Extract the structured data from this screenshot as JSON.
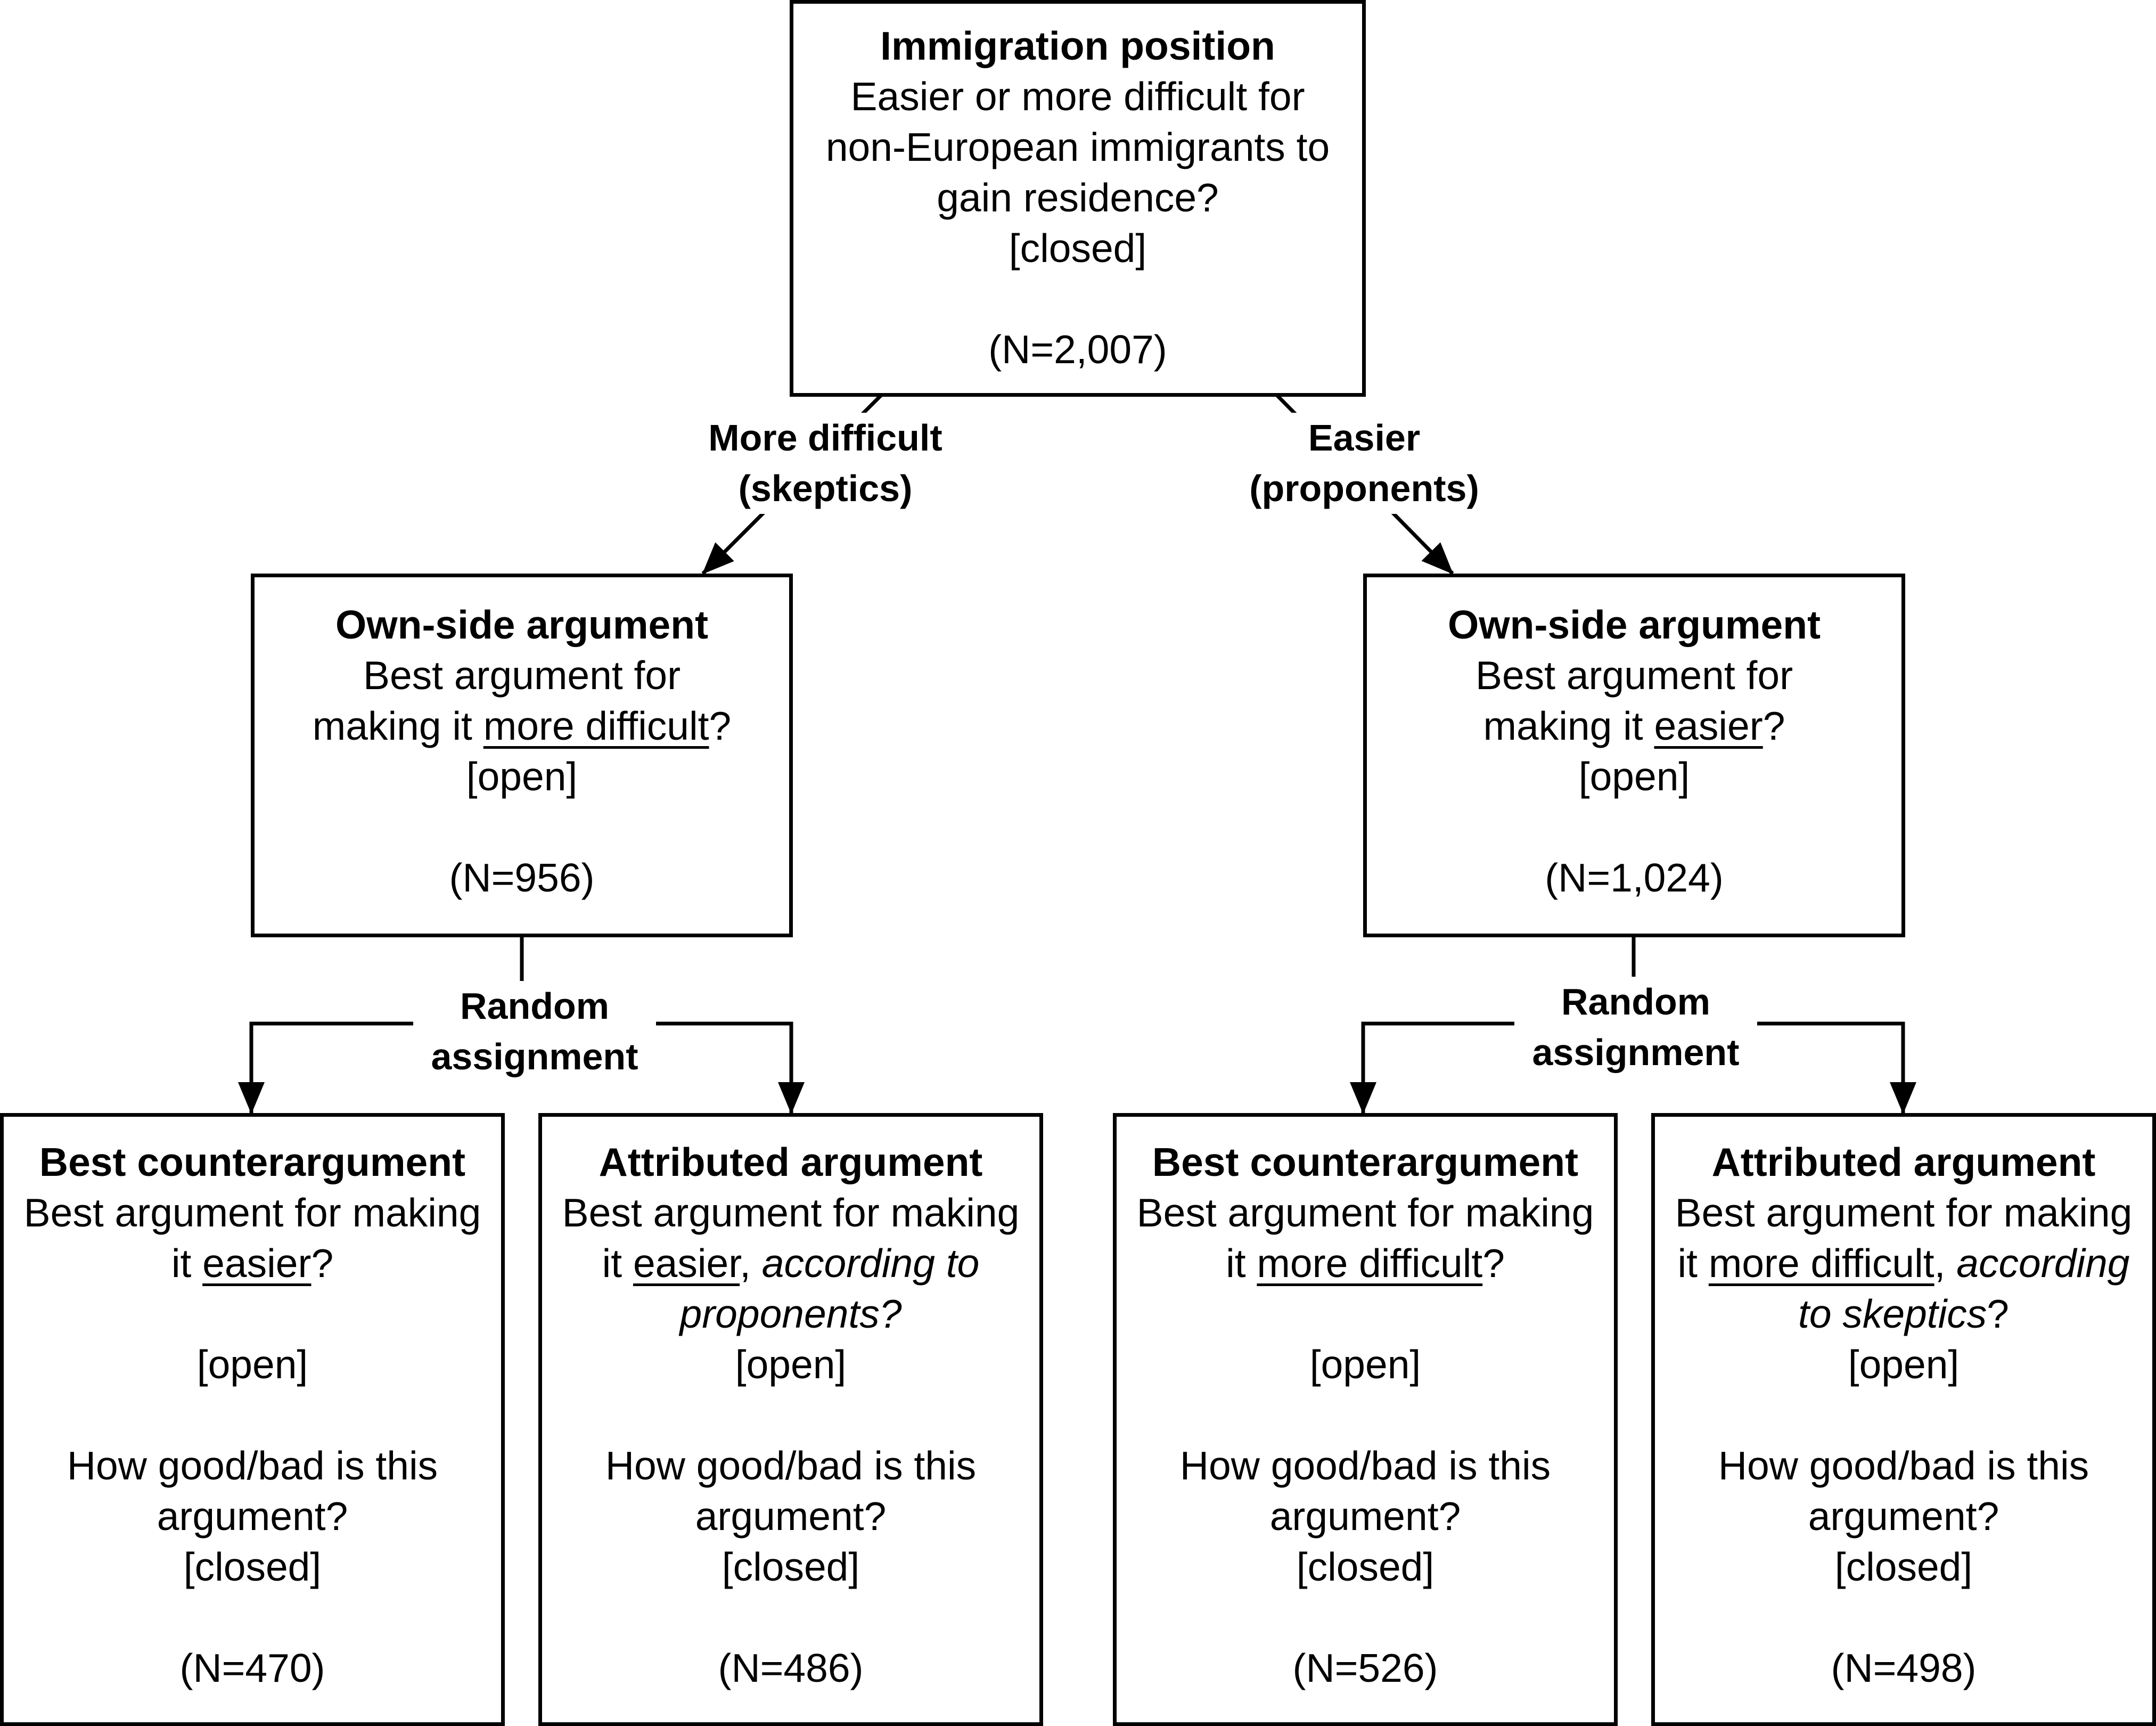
{
  "root": {
    "title": "Immigration position",
    "line1": "Easier or more difficult for",
    "line2": "non-European immigrants to",
    "line3": "gain residence?",
    "type": "[closed]",
    "n": "(N=2,007)"
  },
  "branches": {
    "left": {
      "label1": "More difficult",
      "label2": "(skeptics)"
    },
    "right": {
      "label1": "Easier",
      "label2": "(proponents)"
    },
    "random1": "Random",
    "random2": "assignment"
  },
  "own_left": {
    "title": "Own-side argument",
    "line1": "Best argument for",
    "pre": "making it ",
    "emph": "more difficult",
    "post": "?",
    "type": "[open]",
    "n": "(N=956)"
  },
  "own_right": {
    "title": "Own-side argument",
    "line1": "Best argument for",
    "pre": "making it ",
    "emph": "easier",
    "post": "?",
    "type": "[open]",
    "n": "(N=1,024)"
  },
  "leaf1": {
    "title": "Best counterargument",
    "line1": "Best argument for making",
    "pre": "it ",
    "emph": "easier",
    "post": "?",
    "type_open": "[open]",
    "q1": "How good/bad is this",
    "q2": "argument?",
    "type_closed": "[closed]",
    "n": "(N=470)"
  },
  "leaf2": {
    "title": "Attributed argument",
    "line1": "Best argument for making",
    "pre": "it ",
    "emph": "easier",
    "mid": ", ",
    "ital1": "according to",
    "ital2": "proponents?",
    "type_open": "[open]",
    "q1": "How good/bad is this",
    "q2": "argument?",
    "type_closed": "[closed]",
    "n": "(N=486)"
  },
  "leaf3": {
    "title": "Best counterargument",
    "line1": "Best argument for making",
    "pre": "it ",
    "emph": "more difficult",
    "post": "?",
    "type_open": "[open]",
    "q1": "How good/bad is this",
    "q2": "argument?",
    "type_closed": "[closed]",
    "n": "(N=526)"
  },
  "leaf4": {
    "title": "Attributed argument",
    "line1": "Best argument for making",
    "pre": "it ",
    "emph": "more difficult",
    "mid": ", ",
    "ital1": "according",
    "ital2": "to skeptics",
    "post": "?",
    "type_open": "[open]",
    "q1": "How good/bad is this",
    "q2": "argument?",
    "type_closed": "[closed]",
    "n": "(N=498)"
  }
}
